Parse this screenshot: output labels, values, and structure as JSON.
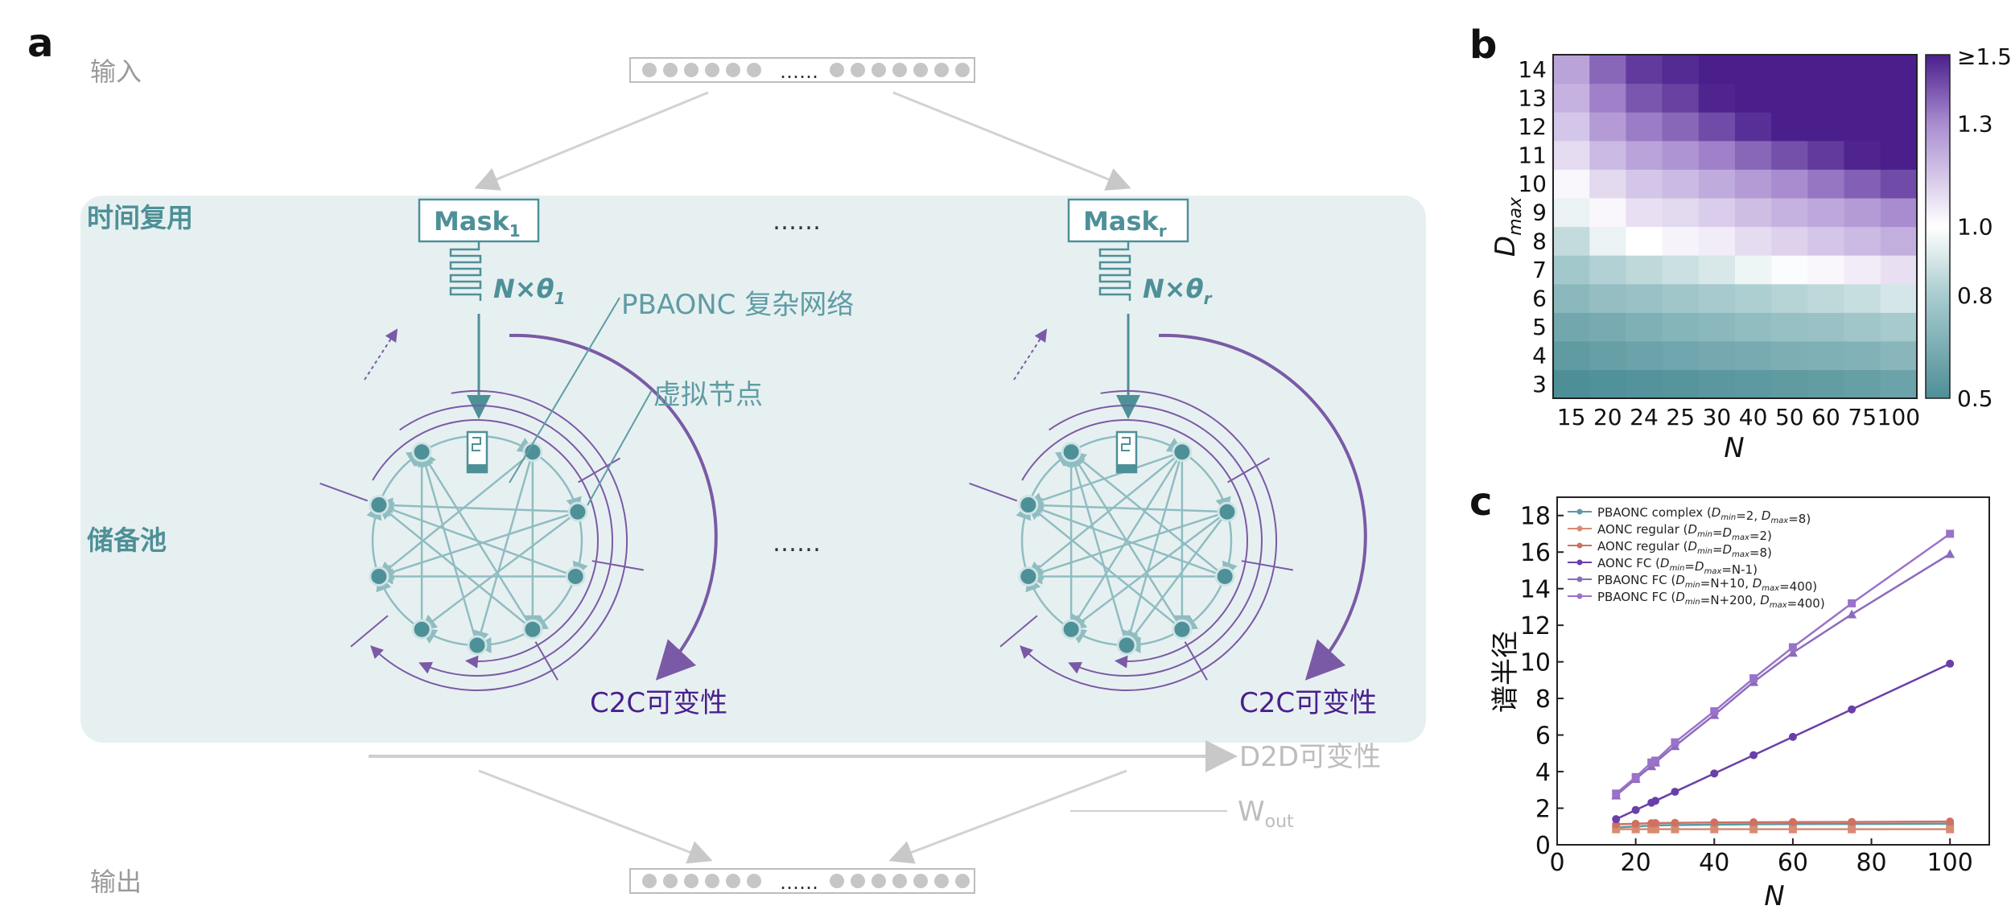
{
  "panel_a": {
    "letter": "a",
    "input_label": "输入",
    "output_label": "输出",
    "time_mux_label": "时间复用",
    "reservoir_label": "储备池",
    "mask_first": {
      "base": "Mask",
      "sub": "1"
    },
    "mask_last": {
      "base": "Mask",
      "sub": "r"
    },
    "ntheta_first": {
      "base": "N×θ",
      "sub": "1"
    },
    "ntheta_last": {
      "base": "N×θ",
      "sub": "r"
    },
    "ellipsis": "……",
    "network_label": "PBAONC 复杂网络",
    "virtual_node_label": "虚拟节点",
    "c2c_label": "C2C可变性",
    "d2d_label": "D2D可变性",
    "wout": {
      "base": "W",
      "sub": "out"
    }
  },
  "colors": {
    "teal": "#4e9098",
    "teal_light": "#8fbdc1",
    "bg_panel": "#e7f0f1",
    "purple": "#7a5aa6",
    "purple_dark": "#4a1f8c",
    "gray": "#b5b5b5"
  },
  "panel_b": {
    "letter": "b",
    "chart_data": {
      "type": "heatmap",
      "x": [
        "15",
        "20",
        "24",
        "25",
        "30",
        "40",
        "50",
        "60",
        "75",
        "100"
      ],
      "y": [
        "3",
        "4",
        "5",
        "6",
        "7",
        "8",
        "9",
        "10",
        "11",
        "12",
        "13",
        "14"
      ],
      "values": [
        [
          0.5,
          0.51,
          0.52,
          0.53,
          0.54,
          0.55,
          0.56,
          0.57,
          0.58,
          0.6
        ],
        [
          0.56,
          0.58,
          0.6,
          0.61,
          0.63,
          0.64,
          0.65,
          0.66,
          0.67,
          0.69
        ],
        [
          0.62,
          0.64,
          0.66,
          0.68,
          0.7,
          0.72,
          0.74,
          0.75,
          0.77,
          0.79
        ],
        [
          0.7,
          0.73,
          0.75,
          0.77,
          0.79,
          0.81,
          0.83,
          0.85,
          0.87,
          0.9
        ],
        [
          0.78,
          0.82,
          0.85,
          0.88,
          0.91,
          0.96,
          0.99,
          1.02,
          1.05,
          1.08
        ],
        [
          0.86,
          0.95,
          1.0,
          1.03,
          1.05,
          1.09,
          1.12,
          1.15,
          1.18,
          1.21
        ],
        [
          0.95,
          1.02,
          1.08,
          1.1,
          1.13,
          1.17,
          1.2,
          1.23,
          1.26,
          1.3
        ],
        [
          1.02,
          1.1,
          1.15,
          1.18,
          1.22,
          1.26,
          1.3,
          1.34,
          1.38,
          1.42
        ],
        [
          1.09,
          1.18,
          1.24,
          1.28,
          1.32,
          1.37,
          1.41,
          1.45,
          1.49,
          1.5
        ],
        [
          1.15,
          1.26,
          1.33,
          1.37,
          1.42,
          1.47,
          1.5,
          1.5,
          1.5,
          1.5
        ],
        [
          1.2,
          1.32,
          1.4,
          1.44,
          1.49,
          1.5,
          1.5,
          1.5,
          1.5,
          1.5
        ],
        [
          1.24,
          1.37,
          1.45,
          1.48,
          1.5,
          1.5,
          1.5,
          1.5,
          1.5,
          1.5
        ]
      ],
      "xlabel": "N",
      "ylabel": {
        "base": "D",
        "sub": "max"
      },
      "colorbar": {
        "range": [
          0.5,
          1.5
        ],
        "ticks": [
          "0.5",
          "0.8",
          "1.0",
          "1.3",
          "≥1.5"
        ]
      }
    }
  },
  "panel_c": {
    "letter": "c",
    "chart_data": {
      "type": "line",
      "x": [
        15,
        20,
        24,
        25,
        30,
        40,
        50,
        60,
        75,
        100
      ],
      "xlabel": "N",
      "ylabel": "谱半径",
      "xlim": [
        0,
        110
      ],
      "ylim": [
        0,
        19
      ],
      "xticks": [
        "0",
        "20",
        "40",
        "60",
        "80",
        "100"
      ],
      "yticks": [
        "0",
        "2",
        "4",
        "6",
        "8",
        "10",
        "12",
        "14",
        "16",
        "18"
      ],
      "legend_position": "top-left",
      "series": [
        {
          "name": "PBAONC complex (D_min=2, D_max=8)",
          "color": "#5a9aa6",
          "marker": "circle",
          "values": [
            0.95,
            1.0,
            1.05,
            1.06,
            1.08,
            1.1,
            1.12,
            1.13,
            1.14,
            1.15
          ]
        },
        {
          "name": "AONC regular (D_min=D_max=2)",
          "color": "#d88b72",
          "marker": "square",
          "values": [
            0.85,
            0.85,
            0.85,
            0.85,
            0.85,
            0.85,
            0.85,
            0.85,
            0.85,
            0.85
          ]
        },
        {
          "name": "AONC regular (D_min=D_max=8)",
          "color": "#d07060",
          "marker": "circle",
          "values": [
            1.12,
            1.15,
            1.18,
            1.19,
            1.2,
            1.22,
            1.23,
            1.24,
            1.25,
            1.27
          ]
        },
        {
          "name": "AONC FC (D_min=D_max=N-1)",
          "color": "#6a40a8",
          "marker": "circle",
          "values": [
            1.4,
            1.9,
            2.3,
            2.4,
            2.9,
            3.9,
            4.9,
            5.9,
            7.4,
            9.9
          ]
        },
        {
          "name": "PBAONC FC (D_min=N+10, D_max=400)",
          "color": "#8c6bbd",
          "marker": "triangle",
          "values": [
            2.7,
            3.6,
            4.3,
            4.5,
            5.4,
            7.1,
            8.9,
            10.5,
            12.6,
            15.9
          ]
        },
        {
          "name": "PBAONC FC (D_min=N+200, D_max=400)",
          "color": "#9a72c8",
          "marker": "square",
          "values": [
            2.8,
            3.7,
            4.5,
            4.6,
            5.6,
            7.3,
            9.1,
            10.8,
            13.2,
            17.0
          ]
        }
      ],
      "legend_entries": [
        {
          "pre": "PBAONC complex (",
          "parts": [
            [
              "D",
              "min"
            ],
            [
              "=2, "
            ],
            [
              "D",
              "max"
            ],
            [
              "=8)"
            ]
          ]
        },
        {
          "pre": "AONC regular (",
          "parts": [
            [
              "D",
              "min"
            ],
            [
              "="
            ],
            [
              "D",
              "max"
            ],
            [
              "=2)"
            ]
          ]
        },
        {
          "pre": "AONC regular (",
          "parts": [
            [
              "D",
              "min"
            ],
            [
              "="
            ],
            [
              "D",
              "max"
            ],
            [
              "=8)"
            ]
          ]
        },
        {
          "pre": "AONC FC (",
          "parts": [
            [
              "D",
              "min"
            ],
            [
              "="
            ],
            [
              "D",
              "max"
            ],
            [
              "=N-1)"
            ]
          ]
        },
        {
          "pre": "PBAONC FC (",
          "parts": [
            [
              "D",
              "min"
            ],
            [
              "=N+10, "
            ],
            [
              "D",
              "max"
            ],
            [
              "=400)"
            ]
          ]
        },
        {
          "pre": "PBAONC FC (",
          "parts": [
            [
              "D",
              "min"
            ],
            [
              "=N+200, "
            ],
            [
              "D",
              "max"
            ],
            [
              "=400)"
            ]
          ]
        }
      ]
    }
  }
}
